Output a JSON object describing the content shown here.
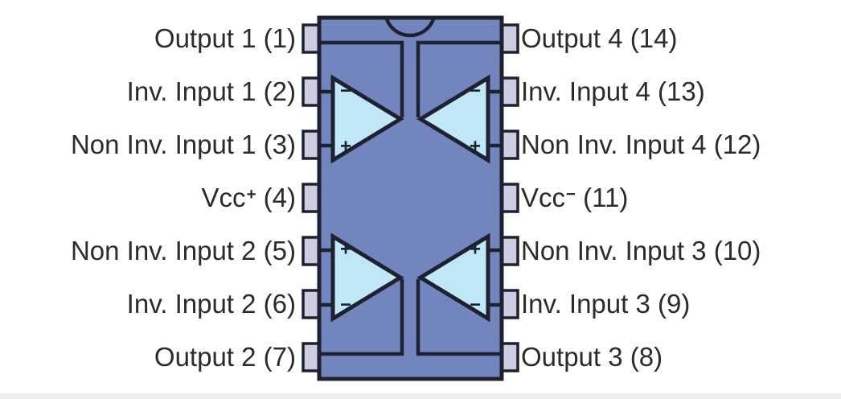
{
  "diagram": {
    "kind": "quad-op-amp-dip14-pinout",
    "pin_count": 14
  },
  "colors": {
    "background": "#ffffff",
    "ic_body": "#7285bf",
    "opamp_fill": "#bfe7f6",
    "pin_fill": "#cdcde2",
    "outline": "#1e2130",
    "label_text": "#2b2b2b",
    "bottom_strip": "#ededed"
  },
  "pins": {
    "left": [
      {
        "number": 1,
        "label": "Output 1 (1)"
      },
      {
        "number": 2,
        "label": "Inv. Input 1 (2)"
      },
      {
        "number": 3,
        "label": "Non Inv. Input 1 (3)"
      },
      {
        "number": 4,
        "label_pre": "Vcc",
        "label_sup": "+",
        "label_post": " (4)"
      },
      {
        "number": 5,
        "label": "Non Inv. Input 2 (5)"
      },
      {
        "number": 6,
        "label": "Inv. Input 2 (6)"
      },
      {
        "number": 7,
        "label": "Output 2 (7)"
      }
    ],
    "right": [
      {
        "number": 14,
        "label": "Output 4 (14)"
      },
      {
        "number": 13,
        "label": "Inv. Input 4 (13)"
      },
      {
        "number": 12,
        "label": "Non Inv. Input 4 (12)"
      },
      {
        "number": 11,
        "label_pre": "Vcc",
        "label_sup": "−",
        "label_post": " (11)"
      },
      {
        "number": 10,
        "label": "Non Inv. Input 3 (10)"
      },
      {
        "number": 9,
        "label": "Inv. Input 3 (9)"
      },
      {
        "number": 8,
        "label": "Output 3 (8)"
      }
    ]
  },
  "opamps": [
    {
      "id": 1,
      "position": "top-left",
      "points": "right",
      "top_sign": "−",
      "bottom_sign": "+"
    },
    {
      "id": 4,
      "position": "top-right",
      "points": "left",
      "top_sign": "−",
      "bottom_sign": "+"
    },
    {
      "id": 2,
      "position": "bottom-left",
      "points": "right",
      "top_sign": "+",
      "bottom_sign": "−"
    },
    {
      "id": 3,
      "position": "bottom-right",
      "points": "left",
      "top_sign": "+",
      "bottom_sign": "−"
    }
  ]
}
